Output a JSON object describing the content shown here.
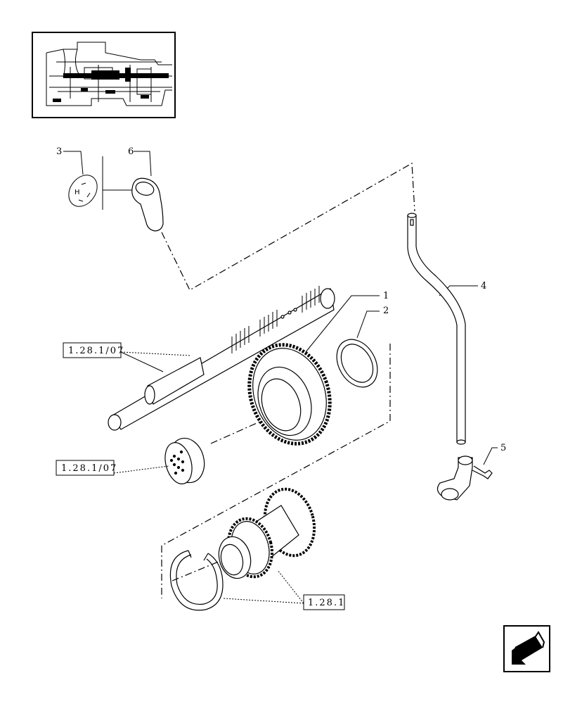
{
  "callouts": {
    "c1": "1",
    "c2": "2",
    "c3": "3",
    "c4": "4",
    "c5": "5",
    "c6": "6"
  },
  "references": {
    "ref_shaft": "1.28.1/07",
    "ref_sync": "1.28.1/07",
    "ref_cluster": "1.28.1"
  },
  "colors": {
    "line": "#000000",
    "background": "#ffffff"
  },
  "icons": {
    "nav": "next-page-arrow-icon"
  }
}
